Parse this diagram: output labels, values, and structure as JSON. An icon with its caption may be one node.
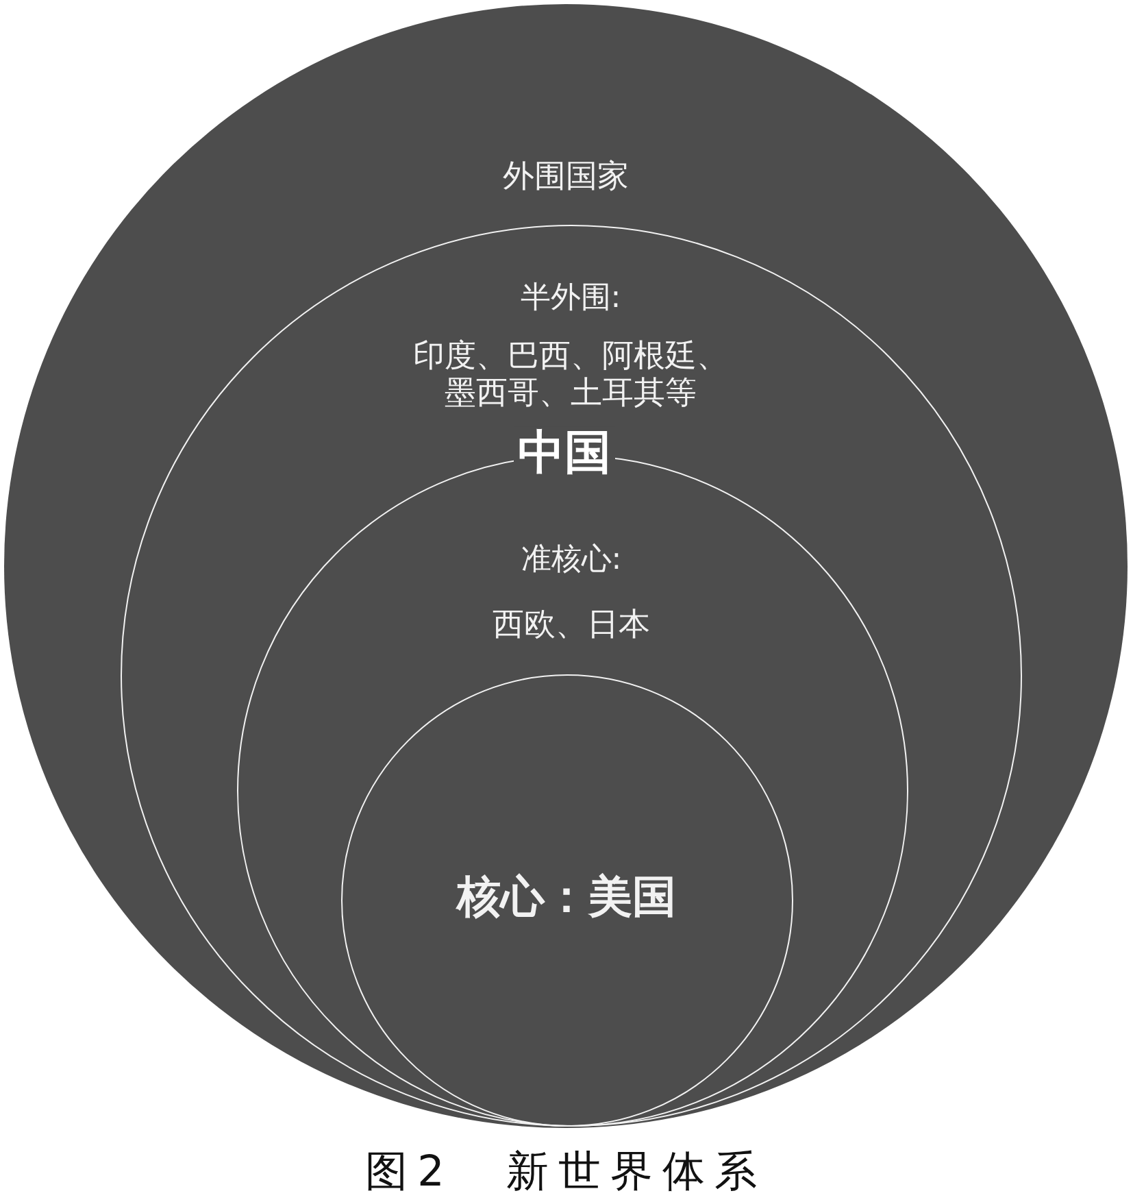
{
  "diagram": {
    "caption": "图2　新世界体系",
    "nodes": [
      {
        "text": [
          "外围国家"
        ]
      },
      {
        "text": [
          "半外围:",
          "印度、巴西、阿根廷、墨西哥、土耳其等"
        ],
        "in": 0
      },
      {
        "text": [
          "准核心:",
          "西欧、日本"
        ],
        "in": 1
      },
      {
        "text": [
          "核心：美国"
        ],
        "in": 2
      }
    ],
    "labels": [
      "中国"
    ]
  }
}
